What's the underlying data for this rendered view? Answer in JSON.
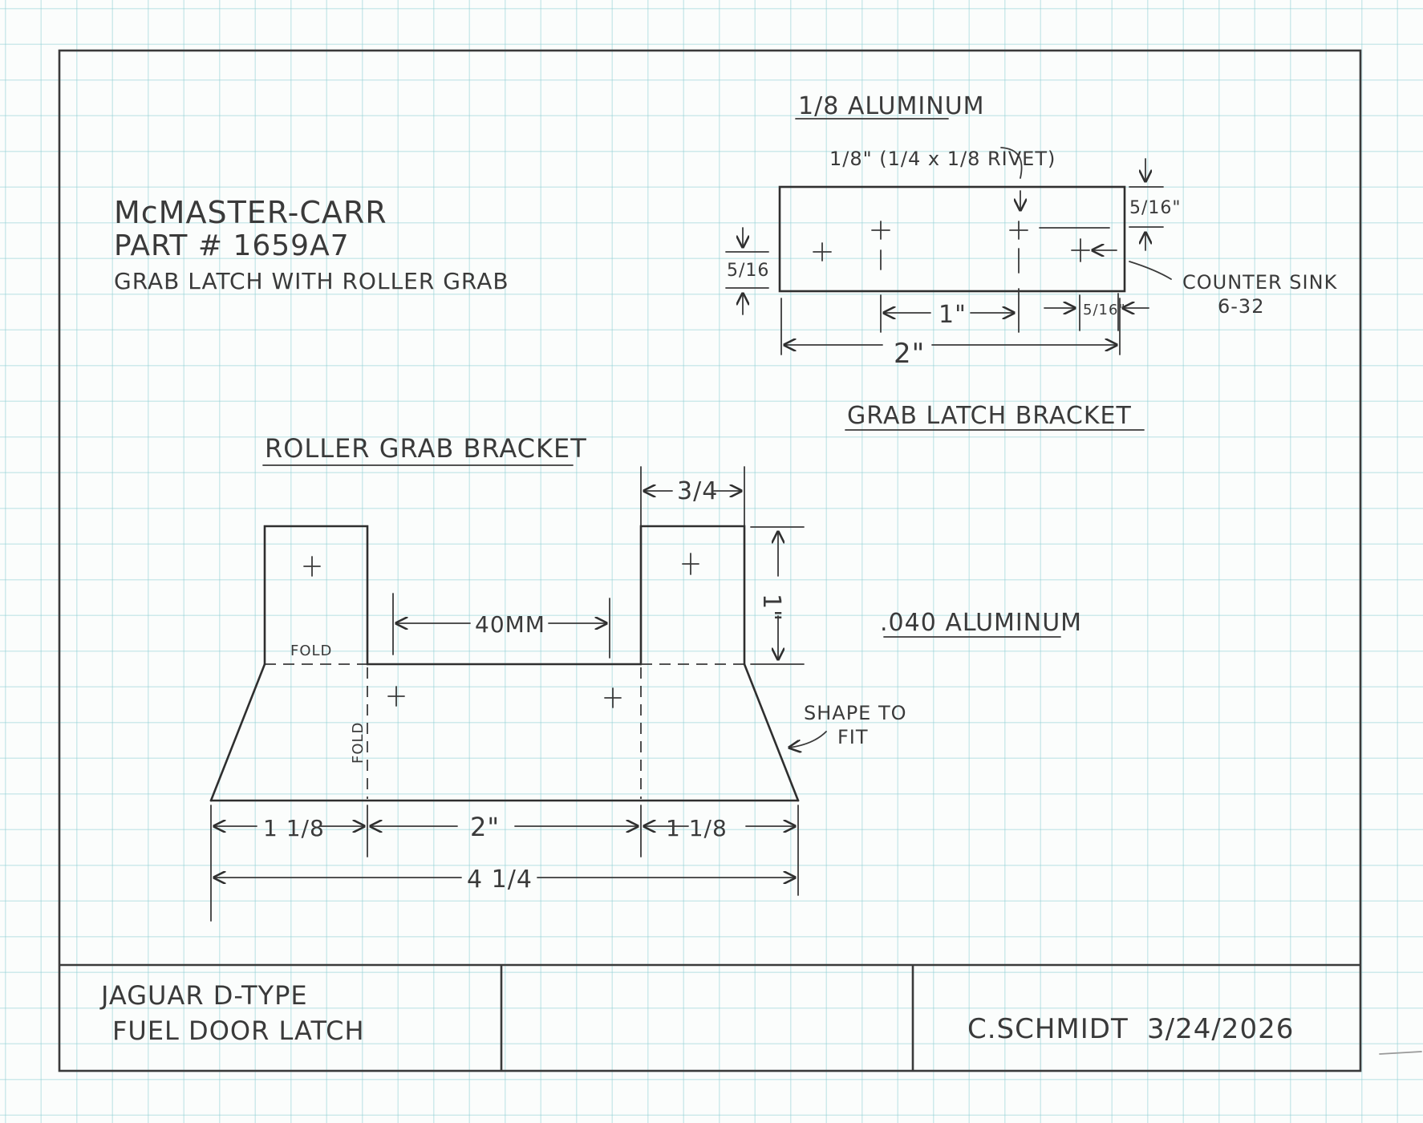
{
  "notes": {
    "mcmaster_line1": "McMASTER-CARR",
    "mcmaster_line2": "PART # 1659A7",
    "mcmaster_line3": "GRAB LATCH WITH ROLLER GRAB"
  },
  "grab_latch": {
    "material": "1/8 ALUMINUM",
    "rivet_note": "1/8\" (1/4 x 1/8 RIVET)",
    "dim_5_16_left": "5/16",
    "dim_5_16_right": "5/16\"",
    "dim_1": "1\"",
    "dim_5_16_bottom": "5/16\"",
    "dim_2": "2\"",
    "countersink_line1": "COUNTER SINK",
    "countersink_line2": "6-32",
    "title": "GRAB LATCH BRACKET"
  },
  "roller_grab": {
    "title": "ROLLER GRAB BRACKET",
    "dim_3_4": "3/4",
    "dim_40mm": "40MM",
    "dim_1in": "1\"",
    "fold_top": "FOLD",
    "fold_side": "FOLD",
    "shape_note_line1": "SHAPE TO",
    "shape_note_line2": "FIT",
    "material": ".040 ALUMINUM",
    "dim_1_1_8_left": "1 1/8",
    "dim_2in": "2\"",
    "dim_1_1_8_right": "1 1/8",
    "dim_4_1_4": "4 1/4"
  },
  "title_block": {
    "project_line1": "JAGUAR D-TYPE",
    "project_line2": "FUEL DOOR LATCH",
    "author": "C.SCHMIDT",
    "date": "3/24/2026"
  }
}
